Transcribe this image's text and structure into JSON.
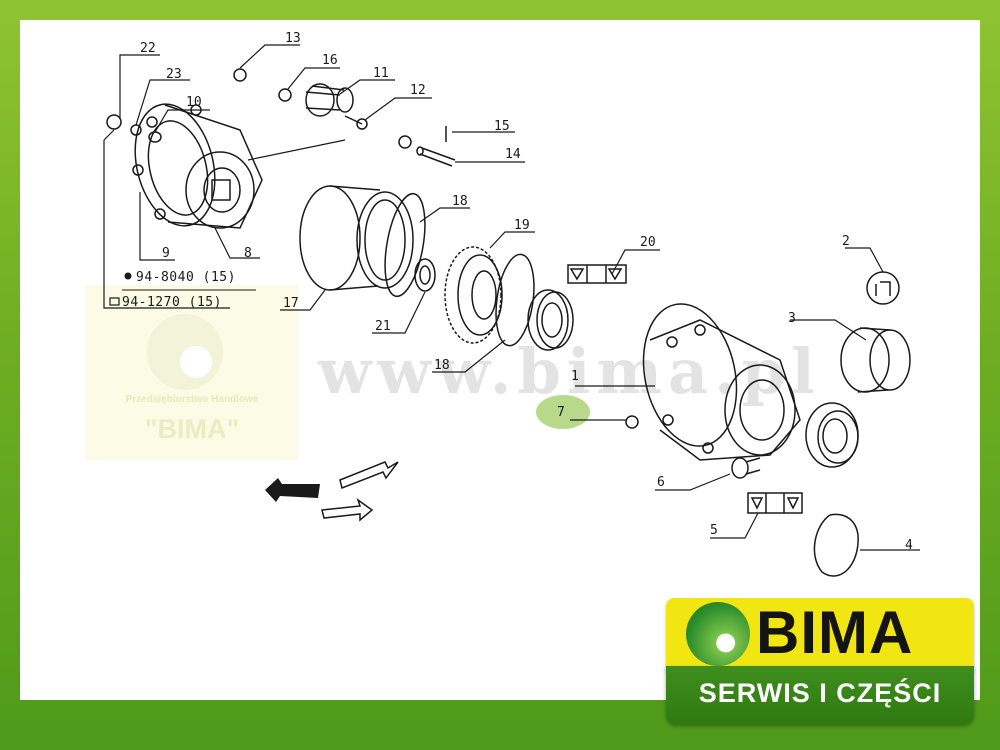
{
  "watermark": {
    "url": "www.bima.pl",
    "company_line": "Przedsiębiorstwo Handlowe",
    "company_name": "\"BIMA\""
  },
  "diagram": {
    "part_labels": {
      "p1": "1",
      "p2": "2",
      "p3": "3",
      "p4": "4",
      "p5": "5",
      "p6": "6",
      "p7": "7",
      "p8": "8",
      "p9": "9",
      "p10": "10",
      "p11": "11",
      "p12": "12",
      "p13": "13",
      "p14": "14",
      "p15": "15",
      "p16": "16",
      "p17": "17",
      "p18a": "18",
      "p18b": "18",
      "p19": "19",
      "p20": "20",
      "p21": "21",
      "p22": "22",
      "p23": "23"
    },
    "notes": {
      "note_9": "94-8040 (15)",
      "note_22": "94-1270 (15)"
    },
    "highlight_color": "#b9d98a"
  },
  "logo": {
    "word": "BIMA",
    "tagline": "SERWIS I CZĘŚCI",
    "yellow": "#f2e612",
    "green": "#3f8e1c"
  }
}
